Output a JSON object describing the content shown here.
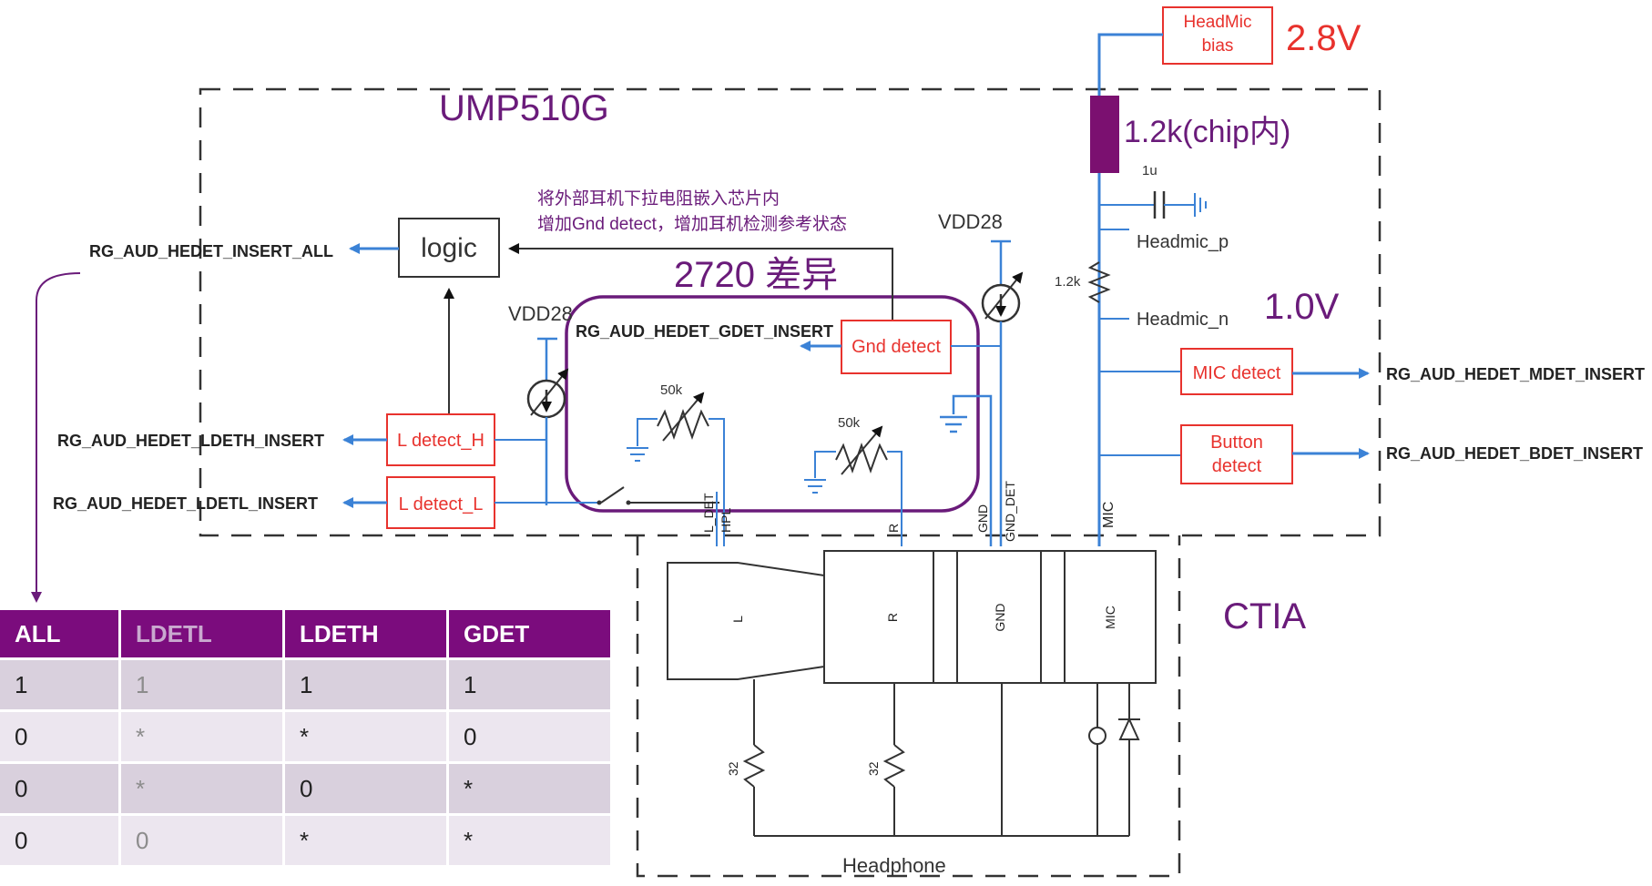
{
  "chip": {
    "title": "UMP510G",
    "connector": "CTIA"
  },
  "bias": {
    "block": [
      "HeadMic",
      "bias"
    ],
    "voltage": "2.8V",
    "resistor": "1.2k(chip内)"
  },
  "components": {
    "cap": "1u",
    "res_small": "1.2k",
    "headmic_p": "Headmic_p",
    "headmic_n": "Headmic_n",
    "ref_voltage": "1.0V",
    "vdd_right": "VDD28",
    "vdd_left": "VDD28",
    "pot1": "50k",
    "pot2": "50k",
    "res_32a": "32",
    "res_32b": "32",
    "headphone": "Headphone"
  },
  "notes": {
    "line1": "将外部耳机下拉电阻嵌入芯片内",
    "line2": "增加Gnd detect，增加耳机检测参考状态",
    "diff": "2720 差异"
  },
  "blocks": {
    "logic": "logic",
    "gnd_detect": "Gnd detect",
    "mic_detect": "MIC detect",
    "button_detect": [
      "Button",
      "detect"
    ],
    "l_detect_h": "L detect_H",
    "l_detect_l": "L detect_L"
  },
  "signals": {
    "insert_all": "RG_AUD_HEDET_INSERT_ALL",
    "gdet": "RG_AUD_HEDET_GDET_INSERT",
    "ldeth": "RG_AUD_HEDET_LDETH_INSERT",
    "ldetl": "RG_AUD_HEDET_LDETL_INSERT",
    "mdet": "RG_AUD_HEDET_MDET_INSERT",
    "bdet": "RG_AUD_HEDET_BDET_INSERT"
  },
  "pins": {
    "l_det": "L_DET",
    "hpl": "HPL",
    "r": "R",
    "gnd": "GND",
    "gnd_det": "GND_DET",
    "mic": "MIC"
  },
  "jack": {
    "l": "L",
    "r": "R",
    "gnd": "GND",
    "mic": "MIC"
  },
  "table": {
    "headers": [
      "ALL",
      "LDETL",
      "LDETH",
      "GDET"
    ],
    "rows": [
      [
        "1",
        "1",
        "1",
        "1"
      ],
      [
        "0",
        "*",
        "*",
        "0"
      ],
      [
        "0",
        "*",
        "0",
        "*"
      ],
      [
        "0",
        "0",
        "*",
        "*"
      ]
    ]
  },
  "colors": {
    "wire": "#3b82d6",
    "red": "#e8322d",
    "purple": "#6a1b7a",
    "table_header": "#7b0c7d"
  }
}
